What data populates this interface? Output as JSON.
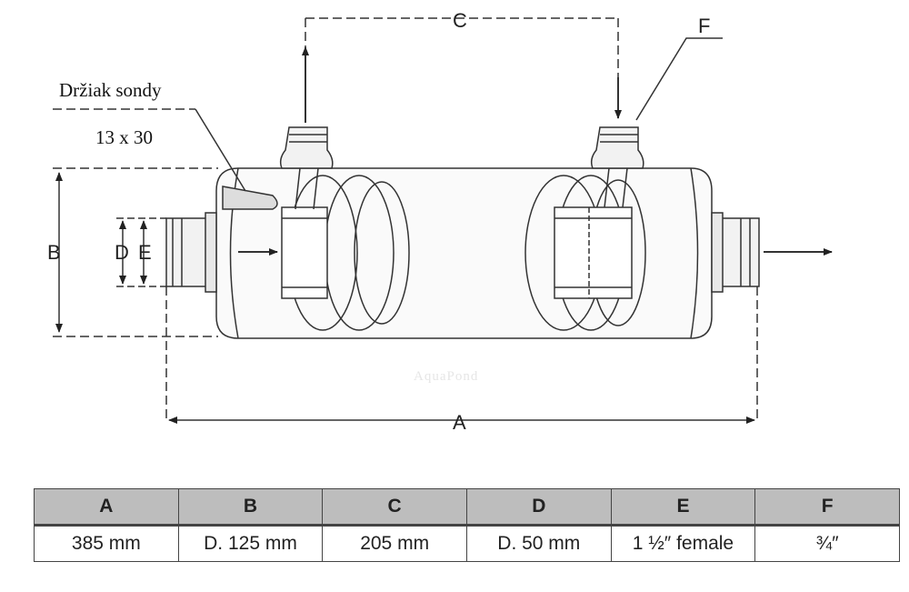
{
  "diagram": {
    "labels": {
      "A": "A",
      "B": "B",
      "C": "C",
      "D": "D",
      "E": "E",
      "F": "F"
    },
    "probe_holder": "Držiak sondy",
    "probe_size": "13 x 30",
    "watermark": "AquaPond"
  },
  "table": {
    "headers": [
      "A",
      "B",
      "C",
      "D",
      "E",
      "F"
    ],
    "values": [
      "385 mm",
      "D. 125 mm",
      "205 mm",
      "D. 50 mm",
      "1 ½″ female",
      "¾″"
    ]
  }
}
